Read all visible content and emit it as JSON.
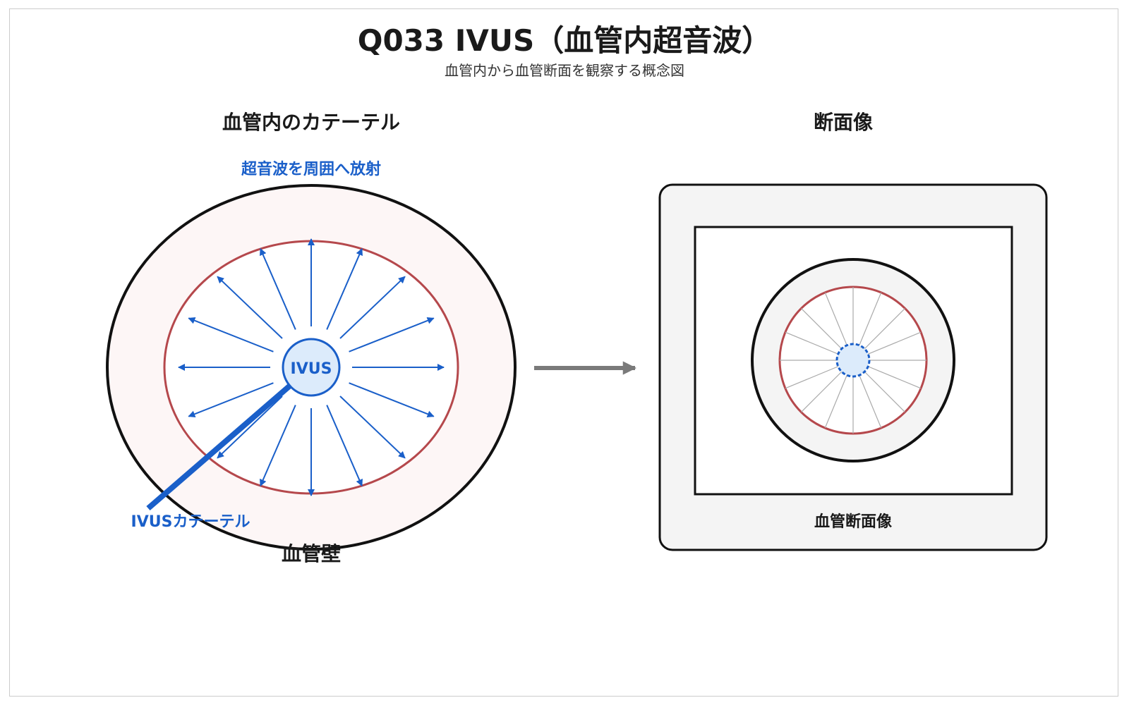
{
  "title": "Q033 IVUS（血管内超音波）",
  "subtitle": "血管内から血管断面を観察する概念図",
  "left_panel": {
    "heading": "血管内のカテーテル",
    "emission_label": "超音波を周囲へ放射",
    "probe_label": "IVUS",
    "catheter_label": "IVUSカテーテル",
    "wall_label": "血管壁"
  },
  "right_panel": {
    "heading": "断面像",
    "image_label": "血管断面像"
  },
  "colors": {
    "ultrasound_blue": "#1a5fc9",
    "vessel_lumen_red": "#b5484c",
    "vessel_wall_fill": "#fdf6f6",
    "outline": "#111111",
    "flow_arrow": "#7a7a7a",
    "panel_fill": "#f4f4f4"
  },
  "icons": {
    "flow_arrow": "right-arrow-icon",
    "ultrasound_rays": "radiating-arrows-icon"
  }
}
